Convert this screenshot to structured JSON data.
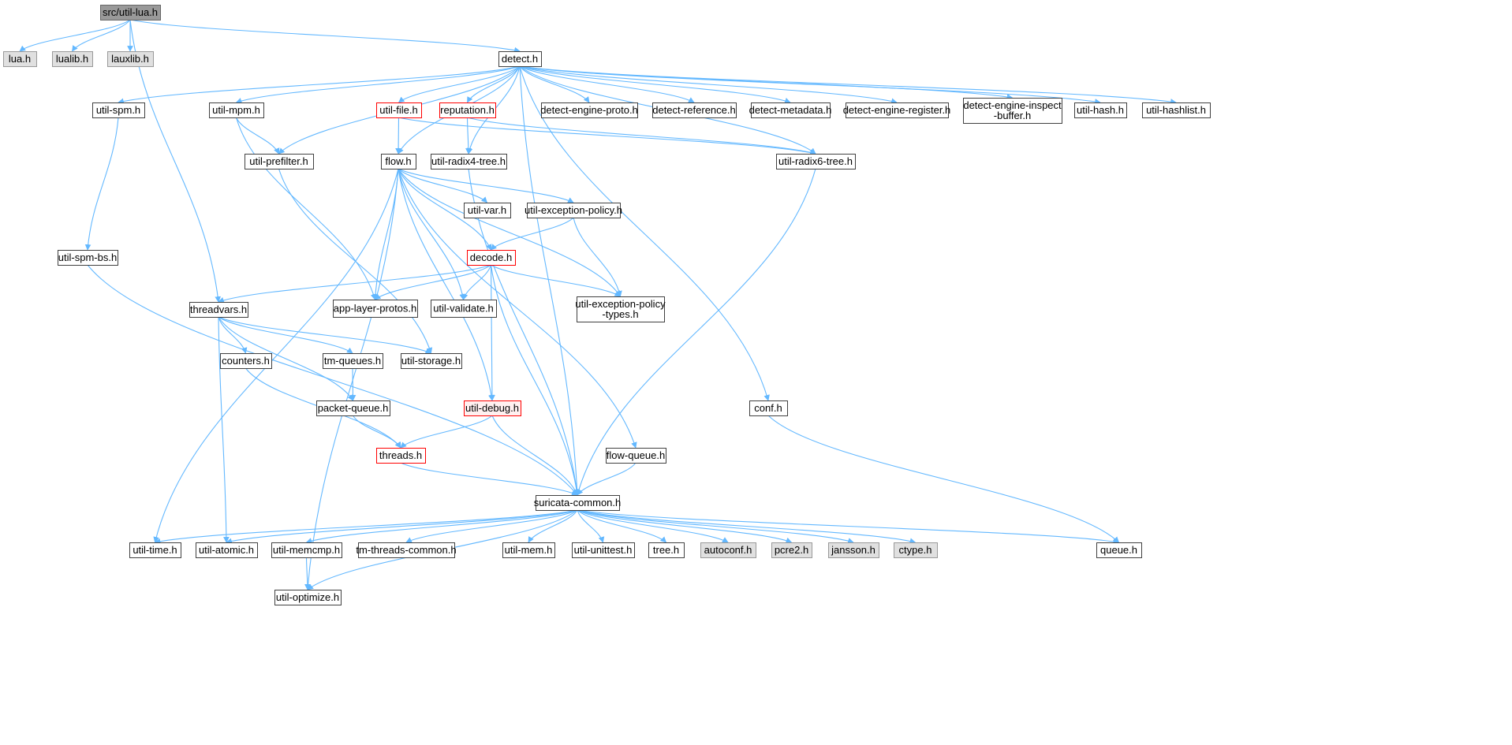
{
  "colors": {
    "edge": "#63b8ff",
    "node_border": "#404040",
    "red_border": "#ff0000",
    "system_fill": "#e0e0e0",
    "root_fill": "#999999",
    "background": "#ffffff"
  },
  "nodes": [
    {
      "id": "util-lua",
      "lines": [
        "src/util-lua.h"
      ],
      "style": "root"
    },
    {
      "id": "lua",
      "lines": [
        "lua.h"
      ],
      "style": "sys"
    },
    {
      "id": "lualib",
      "lines": [
        "lualib.h"
      ],
      "style": "sys"
    },
    {
      "id": "lauxlib",
      "lines": [
        "lauxlib.h"
      ],
      "style": "sys"
    },
    {
      "id": "detect",
      "lines": [
        "detect.h"
      ],
      "style": "normal"
    },
    {
      "id": "util-spm",
      "lines": [
        "util-spm.h"
      ],
      "style": "normal"
    },
    {
      "id": "util-mpm",
      "lines": [
        "util-mpm.h"
      ],
      "style": "normal"
    },
    {
      "id": "util-file",
      "lines": [
        "util-file.h"
      ],
      "style": "red"
    },
    {
      "id": "reputation",
      "lines": [
        "reputation.h"
      ],
      "style": "red"
    },
    {
      "id": "detect-engine-proto",
      "lines": [
        "detect-engine-proto.h"
      ],
      "style": "normal"
    },
    {
      "id": "detect-reference",
      "lines": [
        "detect-reference.h"
      ],
      "style": "normal"
    },
    {
      "id": "detect-metadata",
      "lines": [
        "detect-metadata.h"
      ],
      "style": "normal"
    },
    {
      "id": "detect-engine-register",
      "lines": [
        "detect-engine-register.h"
      ],
      "style": "normal"
    },
    {
      "id": "detect-engine-inspect-buffer",
      "lines": [
        "detect-engine-inspect",
        "-buffer.h"
      ],
      "style": "normal"
    },
    {
      "id": "util-hash",
      "lines": [
        "util-hash.h"
      ],
      "style": "normal"
    },
    {
      "id": "util-hashlist",
      "lines": [
        "util-hashlist.h"
      ],
      "style": "normal"
    },
    {
      "id": "util-prefilter",
      "lines": [
        "util-prefilter.h"
      ],
      "style": "normal"
    },
    {
      "id": "flow",
      "lines": [
        "flow.h"
      ],
      "style": "normal"
    },
    {
      "id": "util-radix4-tree",
      "lines": [
        "util-radix4-tree.h"
      ],
      "style": "normal"
    },
    {
      "id": "util-radix6-tree",
      "lines": [
        "util-radix6-tree.h"
      ],
      "style": "normal"
    },
    {
      "id": "util-var",
      "lines": [
        "util-var.h"
      ],
      "style": "normal"
    },
    {
      "id": "util-exception-policy",
      "lines": [
        "util-exception-policy.h"
      ],
      "style": "normal"
    },
    {
      "id": "util-spm-bs",
      "lines": [
        "util-spm-bs.h"
      ],
      "style": "normal"
    },
    {
      "id": "decode",
      "lines": [
        "decode.h"
      ],
      "style": "red"
    },
    {
      "id": "threadvars",
      "lines": [
        "threadvars.h"
      ],
      "style": "normal"
    },
    {
      "id": "app-layer-protos",
      "lines": [
        "app-layer-protos.h"
      ],
      "style": "normal"
    },
    {
      "id": "util-validate",
      "lines": [
        "util-validate.h"
      ],
      "style": "normal"
    },
    {
      "id": "util-exception-policy-types",
      "lines": [
        "util-exception-policy",
        "-types.h"
      ],
      "style": "normal"
    },
    {
      "id": "counters",
      "lines": [
        "counters.h"
      ],
      "style": "normal"
    },
    {
      "id": "tm-queues",
      "lines": [
        "tm-queues.h"
      ],
      "style": "normal"
    },
    {
      "id": "util-storage",
      "lines": [
        "util-storage.h"
      ],
      "style": "normal"
    },
    {
      "id": "packet-queue",
      "lines": [
        "packet-queue.h"
      ],
      "style": "normal"
    },
    {
      "id": "util-debug",
      "lines": [
        "util-debug.h"
      ],
      "style": "pink"
    },
    {
      "id": "conf",
      "lines": [
        "conf.h"
      ],
      "style": "normal"
    },
    {
      "id": "threads",
      "lines": [
        "threads.h"
      ],
      "style": "red"
    },
    {
      "id": "flow-queue",
      "lines": [
        "flow-queue.h"
      ],
      "style": "normal"
    },
    {
      "id": "suricata-common",
      "lines": [
        "suricata-common.h"
      ],
      "style": "normal"
    },
    {
      "id": "util-time",
      "lines": [
        "util-time.h"
      ],
      "style": "normal"
    },
    {
      "id": "util-atomic",
      "lines": [
        "util-atomic.h"
      ],
      "style": "normal"
    },
    {
      "id": "util-memcmp",
      "lines": [
        "util-memcmp.h"
      ],
      "style": "normal"
    },
    {
      "id": "tm-threads-common",
      "lines": [
        "tm-threads-common.h"
      ],
      "style": "normal"
    },
    {
      "id": "util-mem",
      "lines": [
        "util-mem.h"
      ],
      "style": "normal"
    },
    {
      "id": "util-unittest",
      "lines": [
        "util-unittest.h"
      ],
      "style": "normal"
    },
    {
      "id": "tree",
      "lines": [
        "tree.h"
      ],
      "style": "normal"
    },
    {
      "id": "autoconf",
      "lines": [
        "autoconf.h"
      ],
      "style": "sys"
    },
    {
      "id": "pcre2",
      "lines": [
        "pcre2.h"
      ],
      "style": "sys"
    },
    {
      "id": "jansson",
      "lines": [
        "jansson.h"
      ],
      "style": "sys"
    },
    {
      "id": "ctype",
      "lines": [
        "ctype.h"
      ],
      "style": "sys"
    },
    {
      "id": "queue",
      "lines": [
        "queue.h"
      ],
      "style": "normal"
    },
    {
      "id": "util-optimize",
      "lines": [
        "util-optimize.h"
      ],
      "style": "normal"
    }
  ],
  "edges": [
    [
      "util-lua",
      "lua"
    ],
    [
      "util-lua",
      "lualib"
    ],
    [
      "util-lua",
      "lauxlib"
    ],
    [
      "util-lua",
      "detect"
    ],
    [
      "util-lua",
      "threadvars"
    ],
    [
      "detect",
      "util-spm"
    ],
    [
      "detect",
      "util-mpm"
    ],
    [
      "detect",
      "util-file"
    ],
    [
      "detect",
      "reputation"
    ],
    [
      "detect",
      "detect-engine-proto"
    ],
    [
      "detect",
      "detect-reference"
    ],
    [
      "detect",
      "detect-metadata"
    ],
    [
      "detect",
      "detect-engine-register"
    ],
    [
      "detect",
      "detect-engine-inspect-buffer"
    ],
    [
      "detect",
      "util-hash"
    ],
    [
      "detect",
      "util-hashlist"
    ],
    [
      "detect",
      "util-prefilter"
    ],
    [
      "detect",
      "flow"
    ],
    [
      "detect",
      "util-radix4-tree"
    ],
    [
      "detect",
      "util-radix6-tree"
    ],
    [
      "detect",
      "conf"
    ],
    [
      "detect",
      "suricata-common"
    ],
    [
      "util-spm",
      "util-spm-bs"
    ],
    [
      "util-spm-bs",
      "suricata-common"
    ],
    [
      "util-mpm",
      "util-prefilter"
    ],
    [
      "util-mpm",
      "app-layer-protos"
    ],
    [
      "util-file",
      "flow"
    ],
    [
      "util-file",
      "util-radix6-tree"
    ],
    [
      "reputation",
      "util-radix4-tree"
    ],
    [
      "reputation",
      "util-radix6-tree"
    ],
    [
      "util-prefilter",
      "util-storage"
    ],
    [
      "flow",
      "util-var"
    ],
    [
      "flow",
      "util-exception-policy"
    ],
    [
      "flow",
      "decode"
    ],
    [
      "flow",
      "app-layer-protos"
    ],
    [
      "flow",
      "util-validate"
    ],
    [
      "flow",
      "util-exception-policy-types"
    ],
    [
      "flow",
      "util-debug"
    ],
    [
      "flow",
      "flow-queue"
    ],
    [
      "flow",
      "util-time"
    ],
    [
      "flow",
      "util-optimize"
    ],
    [
      "util-radix4-tree",
      "suricata-common"
    ],
    [
      "util-radix6-tree",
      "suricata-common"
    ],
    [
      "util-exception-policy",
      "decode"
    ],
    [
      "util-exception-policy",
      "util-exception-policy-types"
    ],
    [
      "decode",
      "threadvars"
    ],
    [
      "decode",
      "app-layer-protos"
    ],
    [
      "decode",
      "util-validate"
    ],
    [
      "decode",
      "util-exception-policy-types"
    ],
    [
      "decode",
      "util-debug"
    ],
    [
      "decode",
      "suricata-common"
    ],
    [
      "threadvars",
      "counters"
    ],
    [
      "threadvars",
      "tm-queues"
    ],
    [
      "threadvars",
      "util-storage"
    ],
    [
      "threadvars",
      "packet-queue"
    ],
    [
      "threadvars",
      "util-atomic"
    ],
    [
      "counters",
      "threads"
    ],
    [
      "tm-queues",
      "packet-queue"
    ],
    [
      "packet-queue",
      "threads"
    ],
    [
      "util-debug",
      "threads"
    ],
    [
      "util-debug",
      "suricata-common"
    ],
    [
      "threads",
      "suricata-common"
    ],
    [
      "conf",
      "queue"
    ],
    [
      "flow-queue",
      "suricata-common"
    ],
    [
      "suricata-common",
      "util-time"
    ],
    [
      "suricata-common",
      "util-atomic"
    ],
    [
      "suricata-common",
      "util-memcmp"
    ],
    [
      "suricata-common",
      "tm-threads-common"
    ],
    [
      "suricata-common",
      "util-mem"
    ],
    [
      "suricata-common",
      "util-unittest"
    ],
    [
      "suricata-common",
      "tree"
    ],
    [
      "suricata-common",
      "autoconf"
    ],
    [
      "suricata-common",
      "pcre2"
    ],
    [
      "suricata-common",
      "jansson"
    ],
    [
      "suricata-common",
      "ctype"
    ],
    [
      "suricata-common",
      "queue"
    ],
    [
      "suricata-common",
      "util-optimize"
    ],
    [
      "util-memcmp",
      "util-optimize"
    ]
  ]
}
